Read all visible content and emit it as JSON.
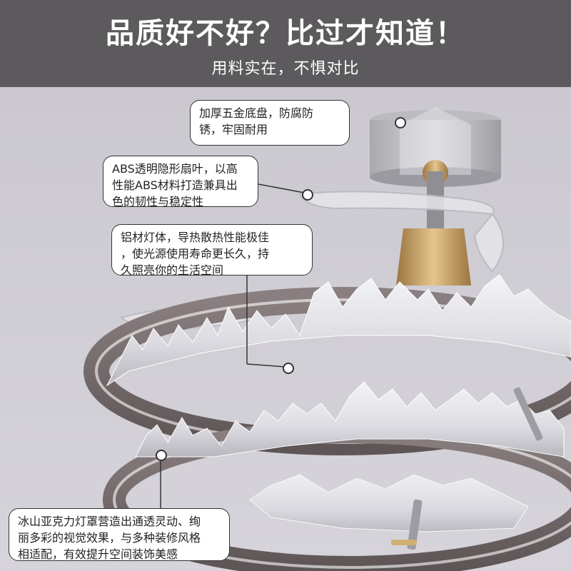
{
  "header": {
    "title": "品质好不好？比过才知道！",
    "subtitle": "用料实在，不惧对比"
  },
  "callouts": [
    {
      "lines": [
        "加厚五金底盘，防腐防",
        "锈，牢固耐用"
      ]
    },
    {
      "lines": [
        "ABS透明隐形扇叶，以高",
        "性能ABS材料打造兼具出",
        "色的韧性与稳定性"
      ]
    },
    {
      "lines": [
        "铝材灯体，导热散热性能极佳",
        "，使光源使用寿命更长久，持",
        "久照亮你的生活空间"
      ]
    },
    {
      "lines": [
        "冰山亚克力灯罩营造出通透灵动、绚",
        "丽多彩的视觉效果，与多种装修风格",
        "相适配，有效提升空间装饰美感"
      ]
    }
  ],
  "colors": {
    "header_bg": "#5c5a5d",
    "background": "#cfcdd4",
    "ring": "#6e6465",
    "gold": "#c9a063"
  }
}
